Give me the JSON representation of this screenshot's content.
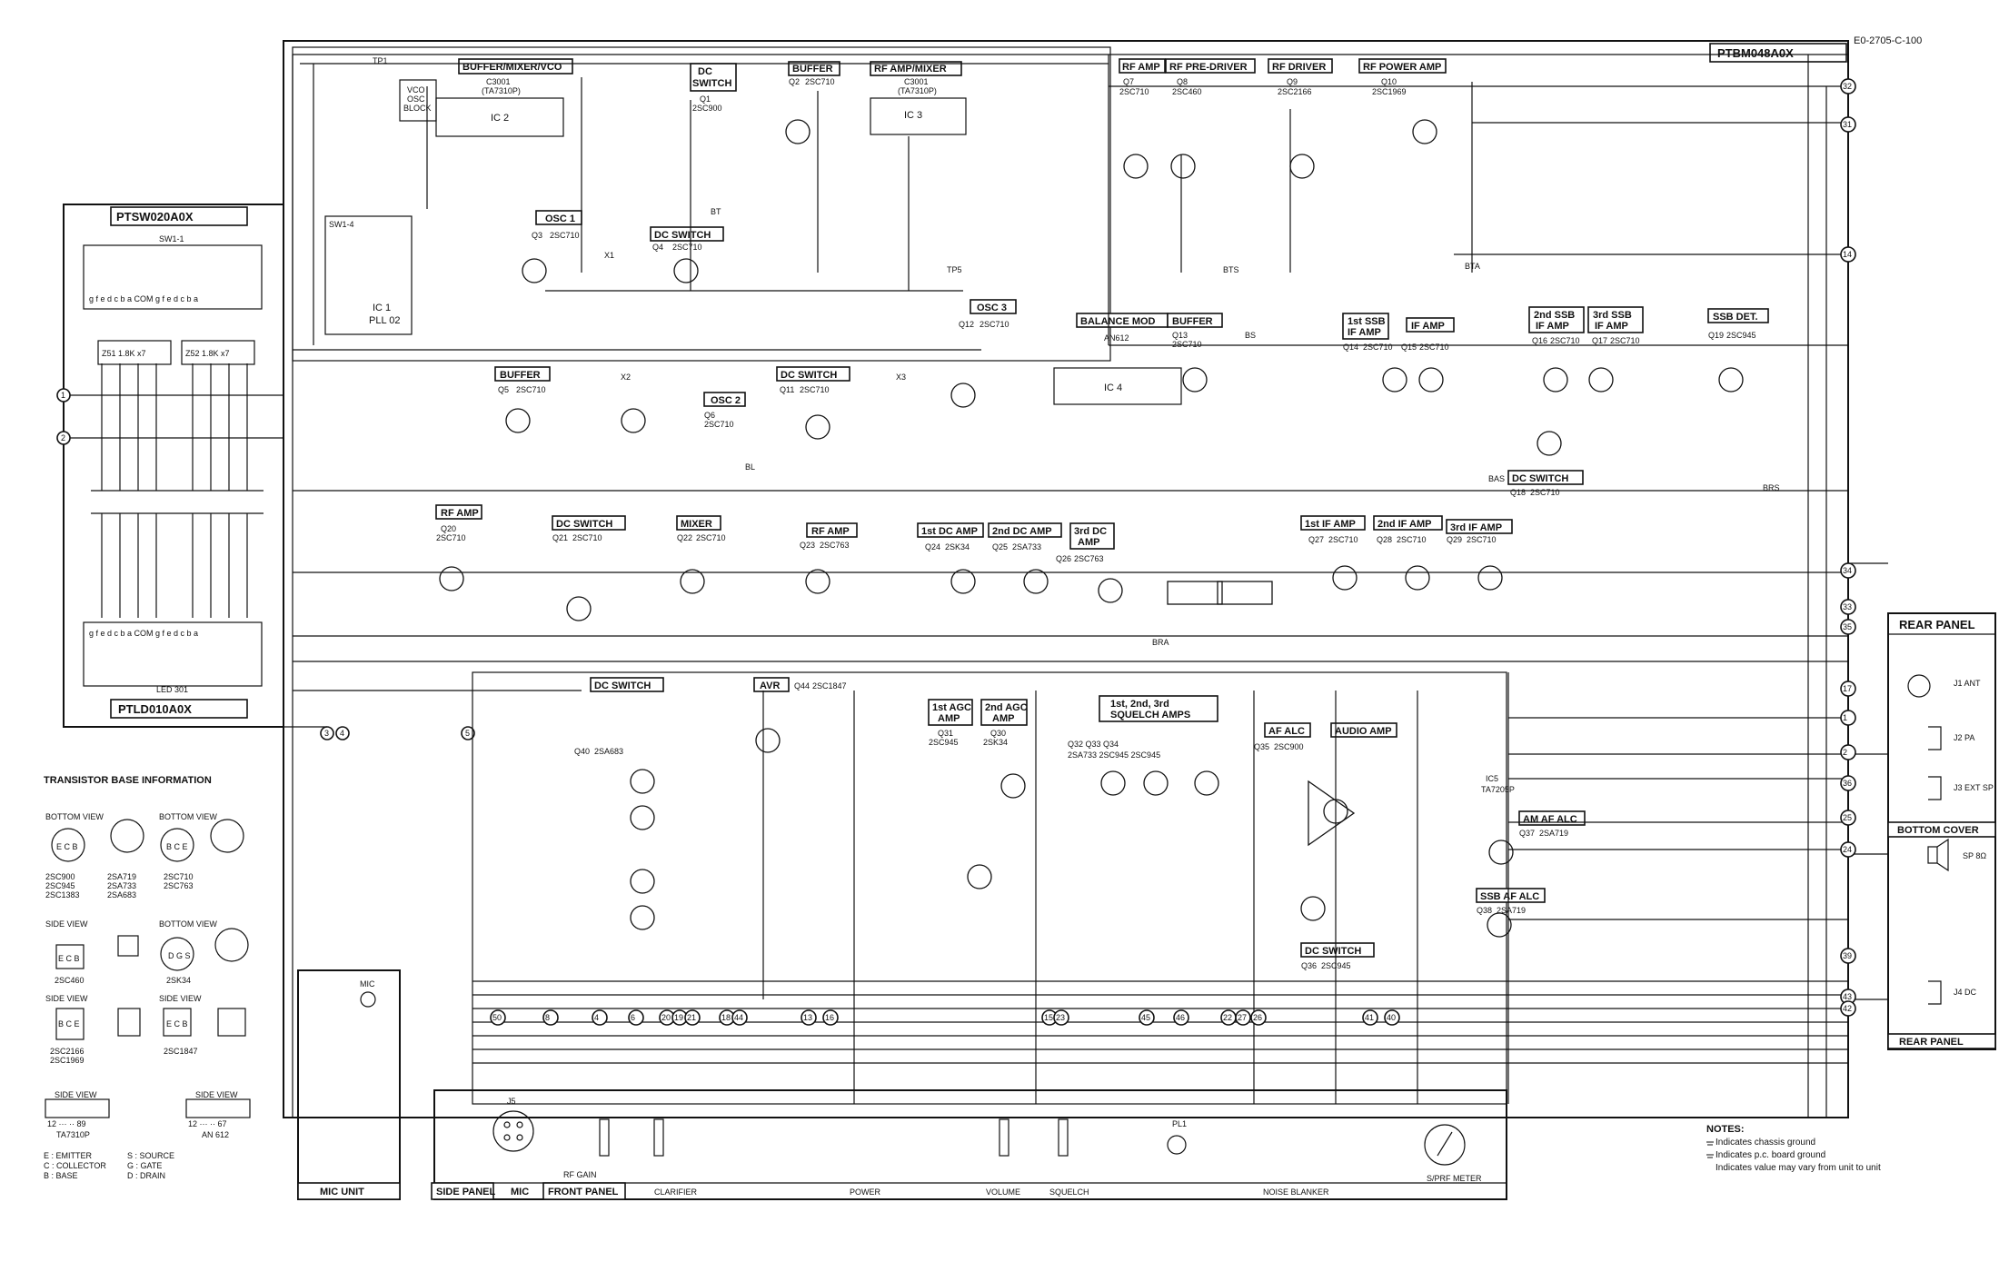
{
  "doc_code": "E0-2705-C-100",
  "main_board": "PTBM048A0X",
  "switch_board": "PTSW020A0X",
  "led_board": "PTLD010A0X",
  "switch_ref": "SW1-1",
  "led_ref": "LED 301",
  "resistor_packs": [
    "Z51 1.8K x7",
    "Z52 1.8K x7"
  ],
  "segments_top": "g f e d c b a COM g f e d c b a",
  "segments_bottom": "g f e d c b a COM g f e d c b a",
  "blocks": [
    {
      "key": "bmv",
      "title": "BUFFER/MIXER/VCO",
      "part": "C3001",
      "type": "(TA7310P)",
      "ic": "IC 2"
    },
    {
      "key": "dcsw1",
      "title": "DC SWITCH",
      "part": "Q1",
      "type": "2SC900"
    },
    {
      "key": "buf2",
      "title": "BUFFER",
      "part": "Q2",
      "type": "2SC710"
    },
    {
      "key": "rfmix",
      "title": "RF AMP/MIXER",
      "part": "C3001",
      "type": "(TA7310P)",
      "ic": "IC 3"
    },
    {
      "key": "rfamp7",
      "title": "RF AMP",
      "part": "Q7",
      "type": "2SC710"
    },
    {
      "key": "rfpre",
      "title": "RF PRE-DRIVER",
      "part": "Q8",
      "type": "2SC460"
    },
    {
      "key": "rfdrv",
      "title": "RF DRIVER",
      "part": "Q9",
      "type": "2SC2166"
    },
    {
      "key": "rfpwr",
      "title": "RF POWER AMP",
      "part": "Q10",
      "type": "2SC1969"
    },
    {
      "key": "osc1",
      "title": "OSC 1",
      "part": "Q3",
      "type": "2SC710"
    },
    {
      "key": "dcsw4",
      "title": "DC SWITCH",
      "part": "Q4",
      "type": "2SC710"
    },
    {
      "key": "pll",
      "title": "IC 1",
      "part": "PLL 02"
    },
    {
      "key": "buf5",
      "title": "BUFFER",
      "part": "Q5",
      "type": "2SC710"
    },
    {
      "key": "osc2",
      "title": "OSC 2",
      "part": "Q6",
      "type": "2SC710"
    },
    {
      "key": "osc3",
      "title": "OSC 3",
      "part": "Q12",
      "type": "2SC710"
    },
    {
      "key": "dcsw11",
      "title": "DC SWITCH",
      "part": "Q11",
      "type": "2SC710"
    },
    {
      "key": "bal",
      "title": "BALANCE MOD",
      "part": "AN612",
      "ic": "IC 4"
    },
    {
      "key": "buf13",
      "title": "BUFFER",
      "part": "Q13",
      "type": "2SC710"
    },
    {
      "key": "ssb1",
      "title": "1st SSB IF AMP",
      "part": "Q14",
      "type": "2SC710"
    },
    {
      "key": "ifamp15",
      "title": "IF AMP",
      "part": "Q15",
      "type": "2SC710"
    },
    {
      "key": "ssb2",
      "title": "2nd SSB IF AMP",
      "part": "Q16",
      "type": "2SC710"
    },
    {
      "key": "ssb3",
      "title": "3rd SSB IF AMP",
      "part": "Q17",
      "type": "2SC710"
    },
    {
      "key": "ssbdet",
      "title": "SSB DET.",
      "part": "Q19",
      "type": "2SC945"
    },
    {
      "key": "dcsw18",
      "title": "DC SWITCH",
      "part": "Q18",
      "type": "2SC710"
    },
    {
      "key": "rfamp20",
      "title": "RF AMP",
      "part": "Q20",
      "type": "2SC710"
    },
    {
      "key": "dcsw21",
      "title": "DC SWITCH",
      "part": "Q21",
      "type": "2SC710"
    },
    {
      "key": "mixer",
      "title": "MIXER",
      "part": "Q22",
      "type": "2SC710"
    },
    {
      "key": "rfamp23",
      "title": "RF AMP",
      "part": "Q23",
      "type": "2SC763"
    },
    {
      "key": "dc1",
      "title": "1st DC AMP",
      "part": "Q24",
      "type": "2SK34"
    },
    {
      "key": "dc2",
      "title": "2nd DC AMP",
      "part": "Q25",
      "type": "2SA733"
    },
    {
      "key": "dc3",
      "title": "3rd DC AMP",
      "part": "Q26",
      "type": "2SC763"
    },
    {
      "key": "if1",
      "title": "1st IF AMP",
      "part": "Q27",
      "type": "2SC710"
    },
    {
      "key": "if2",
      "title": "2nd IF AMP",
      "part": "Q28",
      "type": "2SC710"
    },
    {
      "key": "if3",
      "title": "3rd IF AMP",
      "part": "Q29",
      "type": "2SC710"
    },
    {
      "key": "dcsw40",
      "title": "DC SWITCH",
      "part": "Q40",
      "type": "2SA683"
    },
    {
      "key": "avr",
      "title": "AVR",
      "part": "Q44",
      "type": "2SC1847"
    },
    {
      "key": "agc1",
      "title": "1st AGC AMP",
      "part": "Q31",
      "type": "2SC945"
    },
    {
      "key": "agc2",
      "title": "2nd AGC AMP",
      "part": "Q30",
      "type": "2SK34"
    },
    {
      "key": "sq",
      "title": "1st, 2nd, 3rd SQUELCH AMPS",
      "part": "Q32 Q33 Q34",
      "type": "2SA733 2SC945 2SC945"
    },
    {
      "key": "afalc",
      "title": "AF ALC",
      "part": "Q35",
      "type": "2SC900"
    },
    {
      "key": "audio",
      "title": "AUDIO AMP",
      "part": "IC5",
      "type": "TA7205P"
    },
    {
      "key": "amalc",
      "title": "AM AF ALC",
      "part": "Q37",
      "type": "2SA719"
    },
    {
      "key": "ssbalc",
      "title": "SSB AF ALC",
      "part": "Q38",
      "type": "2SA719"
    },
    {
      "key": "dcsw36",
      "title": "DC SWITCH",
      "part": "Q36",
      "type": "2SC945"
    }
  ],
  "rear_panel": {
    "title": "REAR PANEL",
    "jacks": [
      "J1 ANT",
      "J2 PA",
      "J3 EXT SP",
      "J4 DC"
    ],
    "bottom_cover": "BOTTOM COVER",
    "speaker": "SP 8Ω"
  },
  "front_panel": {
    "title": "FRONT PANEL",
    "side_panel": "SIDE PANEL",
    "mic_label": "MIC",
    "mic_unit": "MIC UNIT",
    "controls": [
      "RF GAIN",
      "CLARIFIER",
      "POWER",
      "VOLUME",
      "SQUELCH",
      "NOISE BLANKER",
      "S/PRF METER"
    ]
  },
  "transistor_info": {
    "title": "TRANSISTOR BASE INFORMATION",
    "groups": [
      {
        "view": "BOTTOM VIEW",
        "pins": "E C B",
        "types": [
          "2SC900",
          "2SC945",
          "2SC1383"
        ]
      },
      {
        "view": "",
        "pins": "",
        "types": [
          "2SA719",
          "2SA733",
          "2SA683"
        ]
      },
      {
        "view": "BOTTOM VIEW",
        "pins": "B C E",
        "types": [
          "2SC710",
          "2SC763"
        ]
      },
      {
        "view": "SIDE VIEW",
        "pins": "E C B",
        "types": [
          "2SC460"
        ]
      },
      {
        "view": "BOTTOM VIEW",
        "pins": "D G S",
        "types": [
          "2SK34"
        ]
      },
      {
        "view": "SIDE VIEW",
        "pins": "B C E",
        "types": [
          "2SC2166",
          "2SC1969"
        ]
      },
      {
        "view": "SIDE VIEW",
        "pins": "E C B",
        "types": [
          "2SC1847"
        ]
      }
    ],
    "ics": [
      {
        "label": "SIDE VIEW",
        "pins": "12 ··· ·· 89",
        "name": "TA7310P"
      },
      {
        "label": "SIDE VIEW",
        "pins": "12 ··· ·· 67",
        "name": "AN 612"
      }
    ],
    "legend": [
      "E : EMITTER",
      "C : COLLECTOR",
      "B : BASE",
      "S : SOURCE",
      "G : GATE",
      "D : DRAIN"
    ]
  },
  "notes": {
    "title": "NOTES:",
    "items": [
      "Indicates chassis ground",
      "Indicates p.c. board ground",
      "Indicates value may vary from unit to unit"
    ]
  },
  "connectors_right": [
    "32",
    "31",
    "14",
    "34",
    "33",
    "35",
    "17",
    "1",
    "2",
    "36",
    "25",
    "24",
    "39",
    "43",
    "42"
  ],
  "connectors_left": [
    "1",
    "2",
    "3",
    "4",
    "5"
  ],
  "connectors_bottom": [
    "50",
    "8",
    "4",
    "6",
    "20",
    "19",
    "21",
    "18",
    "44",
    "13",
    "16",
    "15",
    "23",
    "45",
    "46",
    "22",
    "27",
    "26",
    "41",
    "40"
  ],
  "misc_labels": [
    "BT",
    "BTS",
    "BTA",
    "BRA",
    "BAS",
    "BRS",
    "BS",
    "BL",
    "TP1",
    "TP5",
    "X1",
    "X2",
    "X3"
  ]
}
